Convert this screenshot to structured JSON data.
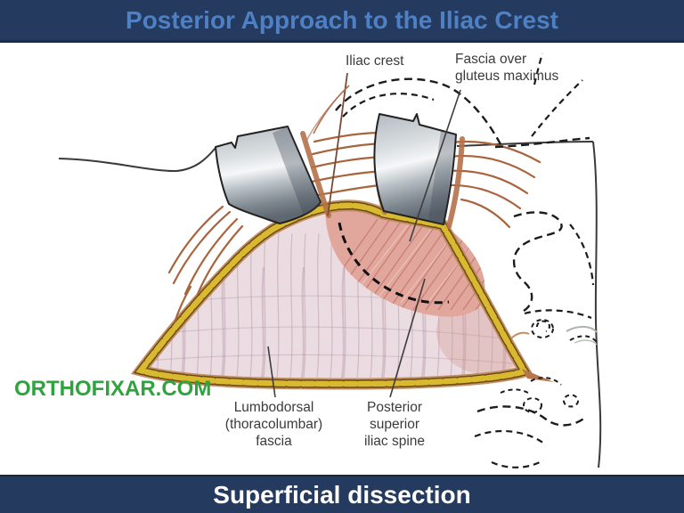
{
  "slide": {
    "title": "Posterior Approach to the Iliac Crest",
    "caption": "Superficial dissection",
    "watermark": "ORTHOFIXAR.COM"
  },
  "figure": {
    "labels": {
      "iliac_crest": {
        "text": "Iliac crest"
      },
      "fascia_gluteus": {
        "line1": "Fascia over",
        "line2": "gluteus maximus"
      },
      "lumbodorsal": {
        "line1": "Lumbodorsal",
        "line2": "(thoracolumbar)",
        "line3": "fascia"
      },
      "psis": {
        "line1": "Posterior",
        "line2": "superior",
        "line3": "iliac spine"
      }
    },
    "palette": {
      "banner_navy": "#243A5E",
      "title_blue": "#4D80C4",
      "caption_white": "#FFFFFF",
      "watermark_green": "#2EA33E",
      "muscle_pink": "#E2A79C",
      "fascia_pale": "#EBDCE2",
      "fat_gold": "#D9B92F",
      "fat_rim_brown": "#6B4A14",
      "skin_edge_tan": "#C08A5E",
      "fiber_tan": "#A8643C",
      "outline_dark": "#1C1C1C"
    }
  }
}
